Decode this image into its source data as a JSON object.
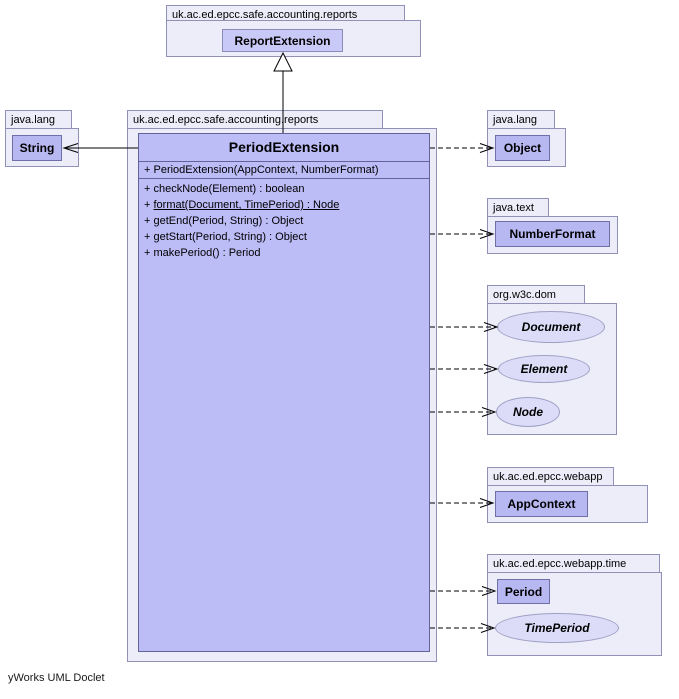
{
  "footer": {
    "label": "yWorks UML Doclet"
  },
  "colors": {
    "package_fill": "#ededfa",
    "package_border": "#9191b8",
    "class_fill": "#b7b7f2",
    "class_border": "#7070a8",
    "main_class_fill": "#bcbcf7",
    "main_class_border": "#63639a",
    "interface_fill": "#dcdcf8",
    "line": "#000000"
  },
  "packages": {
    "reports_top": {
      "name": "uk.ac.ed.epcc.safe.accounting.reports"
    },
    "java_lang_left": {
      "name": "java.lang"
    },
    "reports_main": {
      "name": "uk.ac.ed.epcc.safe.accounting.reports"
    },
    "java_lang_right": {
      "name": "java.lang"
    },
    "java_text": {
      "name": "java.text"
    },
    "org_w3c_dom": {
      "name": "org.w3c.dom"
    },
    "webapp": {
      "name": "uk.ac.ed.epcc.webapp"
    },
    "webapp_time": {
      "name": "uk.ac.ed.epcc.webapp.time"
    }
  },
  "classes": {
    "report_extension": {
      "name": "ReportExtension"
    },
    "string": {
      "name": "String"
    },
    "object": {
      "name": "Object"
    },
    "number_format": {
      "name": "NumberFormat"
    },
    "app_context": {
      "name": "AppContext"
    },
    "period": {
      "name": "Period"
    }
  },
  "interfaces": {
    "document": {
      "name": "Document"
    },
    "element": {
      "name": "Element"
    },
    "node": {
      "name": "Node"
    },
    "time_period": {
      "name": "TimePeriod"
    }
  },
  "main_class": {
    "name": "PeriodExtension",
    "constructors": [
      {
        "visibility": "+",
        "signature": "PeriodExtension(AppContext, NumberFormat)",
        "static": false
      }
    ],
    "methods": [
      {
        "visibility": "+",
        "signature": "checkNode(Element) : boolean",
        "static": false
      },
      {
        "visibility": "+",
        "signature": "format(Document, TimePeriod) : Node",
        "static": true
      },
      {
        "visibility": "+",
        "signature": "getEnd(Period, String) : Object",
        "static": false
      },
      {
        "visibility": "+",
        "signature": "getStart(Period, String) : Object",
        "static": false
      },
      {
        "visibility": "+",
        "signature": "makePeriod() : Period",
        "static": false
      }
    ]
  },
  "relations": [
    {
      "from": "PeriodExtension",
      "to": "ReportExtension",
      "type": "generalization",
      "line": "solid",
      "arrow": "hollow-triangle"
    },
    {
      "from": "PeriodExtension",
      "to": "String",
      "type": "association",
      "line": "solid",
      "arrow": "open"
    },
    {
      "from": "PeriodExtension",
      "to": "Object",
      "type": "dependency",
      "line": "dashed",
      "arrow": "open"
    },
    {
      "from": "PeriodExtension",
      "to": "NumberFormat",
      "type": "dependency",
      "line": "dashed",
      "arrow": "open"
    },
    {
      "from": "PeriodExtension",
      "to": "Document",
      "type": "dependency",
      "line": "dashed",
      "arrow": "open"
    },
    {
      "from": "PeriodExtension",
      "to": "Element",
      "type": "dependency",
      "line": "dashed",
      "arrow": "open"
    },
    {
      "from": "PeriodExtension",
      "to": "Node",
      "type": "dependency",
      "line": "dashed",
      "arrow": "open"
    },
    {
      "from": "PeriodExtension",
      "to": "AppContext",
      "type": "dependency",
      "line": "dashed",
      "arrow": "open"
    },
    {
      "from": "PeriodExtension",
      "to": "Period",
      "type": "dependency",
      "line": "dashed",
      "arrow": "open"
    },
    {
      "from": "PeriodExtension",
      "to": "TimePeriod",
      "type": "dependency",
      "line": "dashed",
      "arrow": "open"
    }
  ]
}
